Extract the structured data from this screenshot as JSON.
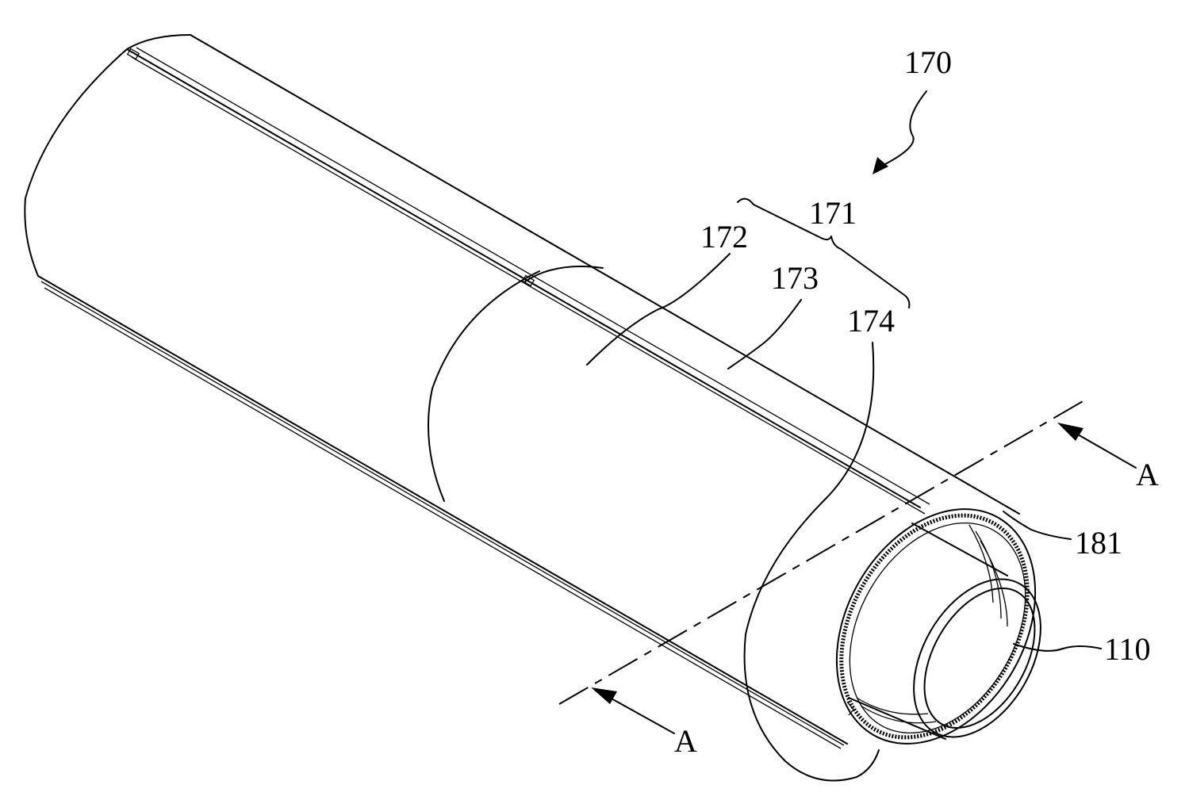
{
  "figure": {
    "labels": {
      "assembly": "170",
      "sleeve": "171",
      "body_part": "172",
      "first_edge": "173",
      "second_edge": "174",
      "layer": "181",
      "inner_tube": "110",
      "section_upper": "A",
      "section_lower": "A"
    }
  }
}
